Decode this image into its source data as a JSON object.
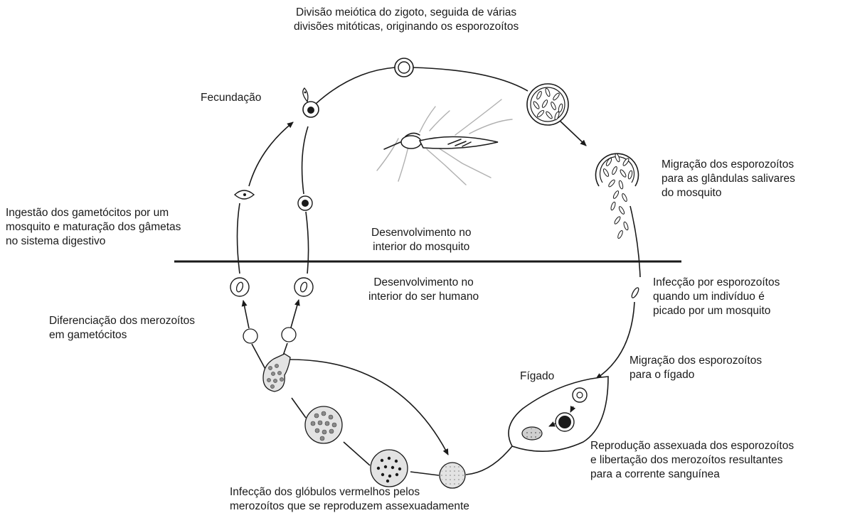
{
  "labels": {
    "top_meiosis": [
      "Divisão meiótica do zigoto, seguida de várias",
      "divisões mitóticas, originando os esporozoítos"
    ],
    "fecundacao": "Fecundação",
    "migracao_glandulas": [
      "Migração dos esporozoítos",
      "para as glândulas salivares",
      "do mosquito"
    ],
    "ingestao": [
      "Ingestão dos gametócitos por um",
      "mosquito e maturação dos gâmetas",
      "no sistema digestivo"
    ],
    "dev_mosquito": [
      "Desenvolvimento no",
      "interior do mosquito"
    ],
    "dev_humano": [
      "Desenvolvimento no",
      "interior do ser humano"
    ],
    "infeccao_esporozoitos": [
      "Infecção por esporozoítos",
      "quando um indivíduo é",
      "picado por um mosquito"
    ],
    "diferenciacao": [
      "Diferenciação dos merozoítos",
      "em gametócitos"
    ],
    "migracao_figado": [
      "Migração dos esporozoítos",
      "para o fígado"
    ],
    "figado": "Fígado",
    "reproducao": [
      "Reprodução assexuada dos esporozoítos",
      "e libertação dos merozoítos resultantes",
      "para a corrente sanguínea"
    ],
    "infeccao_globulos": [
      "Infecção dos glóbulos vermelhos pelos",
      "merozoítos que se reproduzem assexuadamente"
    ]
  },
  "colors": {
    "ink": "#1a1a1a",
    "cell_fill": "#d9d9d9",
    "mosquito_grey": "#b0b0b0"
  }
}
